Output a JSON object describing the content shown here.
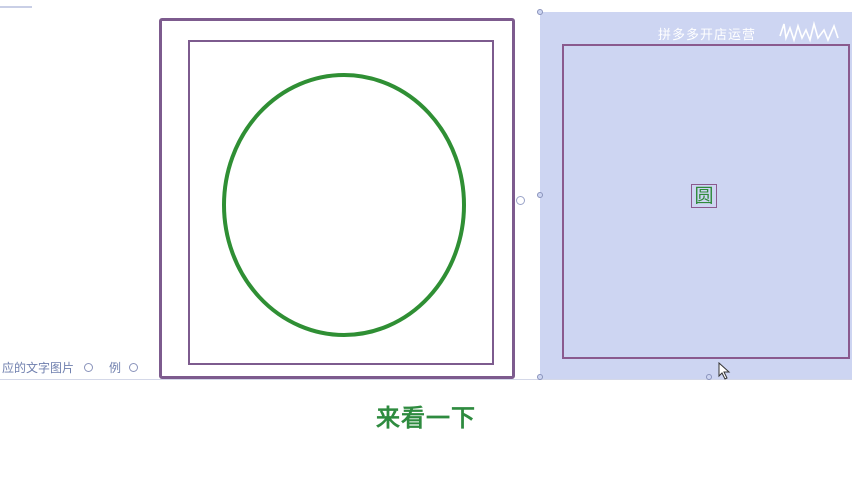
{
  "canvas": {
    "caption_text": "应的文字图片",
    "caption_example": "例"
  },
  "figure": {
    "shape": "circle",
    "stroke_color": "#2f8f34",
    "frame_color": "#7d5b8e"
  },
  "panel": {
    "background": "#cdd5f2",
    "watermark": "拼多多开店运营",
    "label": "圆"
  },
  "subtitle": "来看一下",
  "icons": [
    "resize-handle-icon",
    "mouse-cursor-icon",
    "scribble-signature-icon"
  ]
}
